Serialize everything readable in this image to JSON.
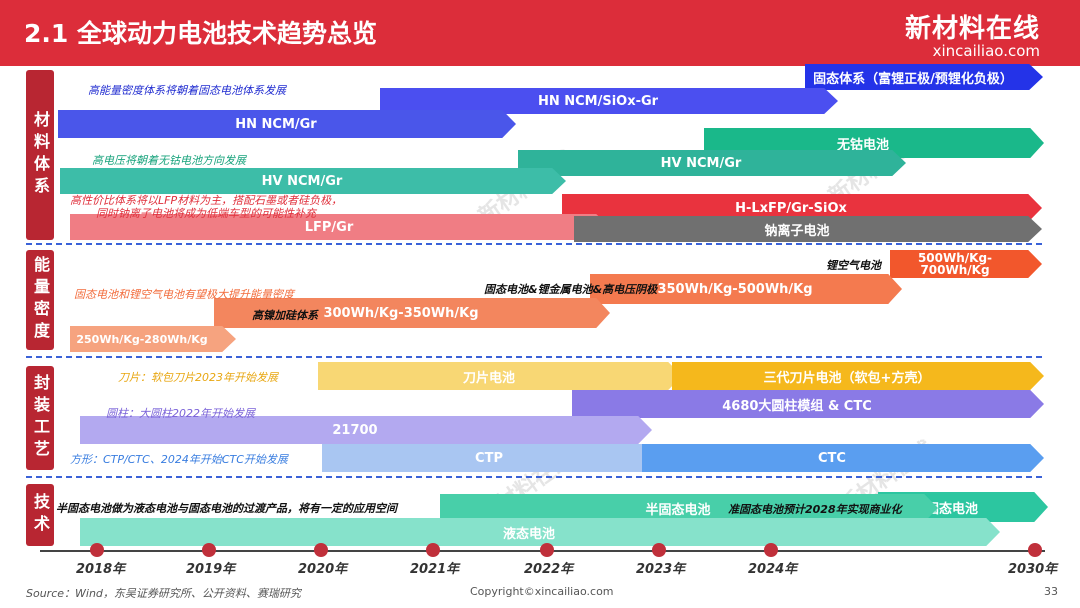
{
  "header": {
    "title": "2.1 全球动力电池技术趋势总览",
    "logo_cn": "新材料在线",
    "logo_en": "xincailiao.com"
  },
  "colors": {
    "header_bg": "#dc2d3a",
    "section_label": "#b82632",
    "divider": "#3a62d8",
    "timeline_dot": "#c0303b"
  },
  "sections": [
    {
      "label": "材料体系"
    },
    {
      "label": "能量密度"
    },
    {
      "label": "封装工艺"
    },
    {
      "label": "技术"
    }
  ],
  "arrows": [
    {
      "label": "固态体系（富锂正极/预锂化负极）",
      "color": "#2433e8"
    },
    {
      "label": "HN NCM/SiOx-Gr",
      "color": "#4b4ff0"
    },
    {
      "label": "HN NCM/Gr",
      "color": "#4a56ea"
    },
    {
      "label": "无钴电池",
      "color": "#1ab88a"
    },
    {
      "label": "HV NCM/Gr",
      "color": "#2fb39a"
    },
    {
      "label": "HV NCM/Gr",
      "color": "#3dbda8"
    },
    {
      "label": "H-LxFP/Gr-SiOx",
      "color": "#e9333e"
    },
    {
      "label": "LFP/Gr",
      "color": "#f07d84"
    },
    {
      "label": "钠离子电池",
      "color": "#707070"
    },
    {
      "label": "500Wh/Kg-700Wh/Kg",
      "color": "#f2572c"
    },
    {
      "label": "350Wh/Kg-500Wh/Kg",
      "color": "#f47a4f"
    },
    {
      "label": "300Wh/Kg-350Wh/Kg",
      "color": "#f3865e"
    },
    {
      "label": "250Wh/Kg-280Wh/Kg",
      "color": "#f6a37f"
    },
    {
      "label": "刀片电池",
      "color": "#f8d774"
    },
    {
      "label": "三代刀片电池（软包+方壳）",
      "color": "#f5b81c"
    },
    {
      "label": "4680大圆柱模组 & CTC",
      "color": "#8a7ae6"
    },
    {
      "label": "21700",
      "color": "#b3a9f0"
    },
    {
      "label": "CTP",
      "color": "#a9c6f2"
    },
    {
      "label": "CTC",
      "color": "#5a9ef0"
    },
    {
      "label": "固态电池",
      "color": "#2cc6a0"
    },
    {
      "label": "半固态电池",
      "color": "#48cfa9"
    },
    {
      "label": "液态电池",
      "color": "#86e2cb"
    }
  ],
  "notes": [
    {
      "text": "高能量密度体系将朝着固态电池体系发展",
      "color": "#1f2bd0"
    },
    {
      "text": "高电压将朝着无钴电池方向发展",
      "color": "#18a37c"
    },
    {
      "text": "高性价比体系将以LFP材料为主，搭配石墨或者硅负极，",
      "color": "#e0303c"
    },
    {
      "text": "同时钠离子电池将成为低端车型的可能性补充",
      "color": "#e0303c"
    },
    {
      "text": "锂空气电池",
      "color": "#111111"
    },
    {
      "text": "固态电池&锂金属电池&高电压阴极",
      "color": "#111111"
    },
    {
      "text": "固态电池和锂空气电池有望极大提升能量密度",
      "color": "#f26c3c"
    },
    {
      "text": "高镍加硅体系",
      "color": "#111111"
    },
    {
      "text": "刀片：软包刀片2023年开始发展",
      "color": "#e8a712"
    },
    {
      "text": "圆柱：大圆柱2022年开始发展",
      "color": "#7a62d8"
    },
    {
      "text": "方形：CTP/CTC、2024年开始CTC开始发展",
      "color": "#3a7ee0"
    },
    {
      "text": "半固态电池做为液态电池与固态电池的过渡产品，将有一定的应用空间",
      "color": "#111111"
    },
    {
      "text": "准固态电池预计2028年实现商业化",
      "color": "#111111"
    }
  ],
  "timeline": {
    "years": [
      "2018年",
      "2019年",
      "2020年",
      "2021年",
      "2022年",
      "2023年",
      "2024年",
      "2030年"
    ]
  },
  "footer": {
    "source": "Source：Wind，东吴证券研究所、公开资料、赛瑞研究",
    "copyright": "Copyright©xincailiao.com",
    "page": "33"
  }
}
